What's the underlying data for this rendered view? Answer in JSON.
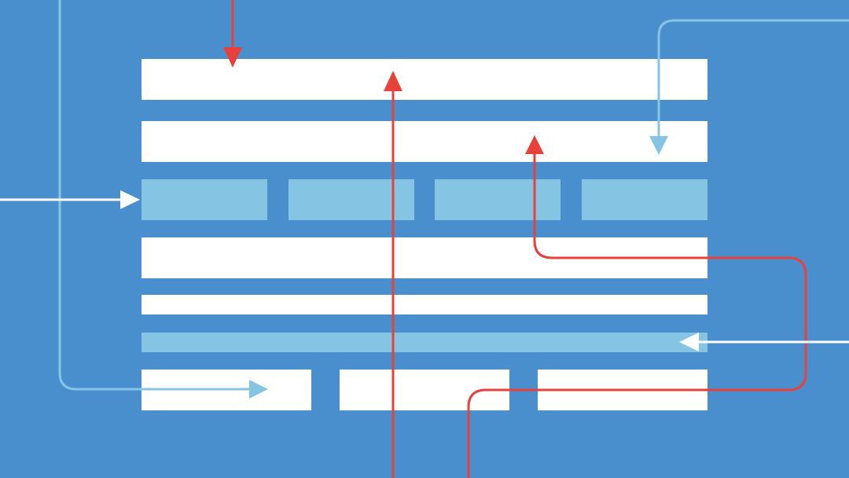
{
  "colors": {
    "background": "#4a8fcd",
    "block_white": "#ffffff",
    "block_light": "#85c4e3",
    "arrow_red": "#e8403a",
    "arrow_light_blue": "#85c4e3",
    "arrow_white": "#ffffff"
  },
  "layout_blocks": [
    {
      "name": "layout-row-1",
      "kind": "white"
    },
    {
      "name": "layout-row-2",
      "kind": "white"
    },
    {
      "name": "layout-cell-row-3-1",
      "kind": "light"
    },
    {
      "name": "layout-cell-row-3-2",
      "kind": "light"
    },
    {
      "name": "layout-cell-row-3-3",
      "kind": "light"
    },
    {
      "name": "layout-cell-row-3-4",
      "kind": "light"
    },
    {
      "name": "layout-row-4",
      "kind": "white"
    },
    {
      "name": "layout-row-5",
      "kind": "white"
    },
    {
      "name": "layout-row-6",
      "kind": "light"
    },
    {
      "name": "layout-cell-row-7-1",
      "kind": "white"
    },
    {
      "name": "layout-cell-row-7-2",
      "kind": "white"
    },
    {
      "name": "layout-cell-row-7-3",
      "kind": "white"
    }
  ],
  "flow_arrows": [
    {
      "name": "red-arrow-top-down",
      "color": "red"
    },
    {
      "name": "red-arrow-center-up",
      "color": "red"
    },
    {
      "name": "red-arrow-bottom-loop",
      "color": "red"
    },
    {
      "name": "light-blue-arrow-top-right",
      "color": "light_blue"
    },
    {
      "name": "light-blue-arrow-left-loop",
      "color": "light_blue"
    },
    {
      "name": "white-arrow-left-in",
      "color": "white"
    },
    {
      "name": "white-arrow-right-in",
      "color": "white"
    }
  ]
}
